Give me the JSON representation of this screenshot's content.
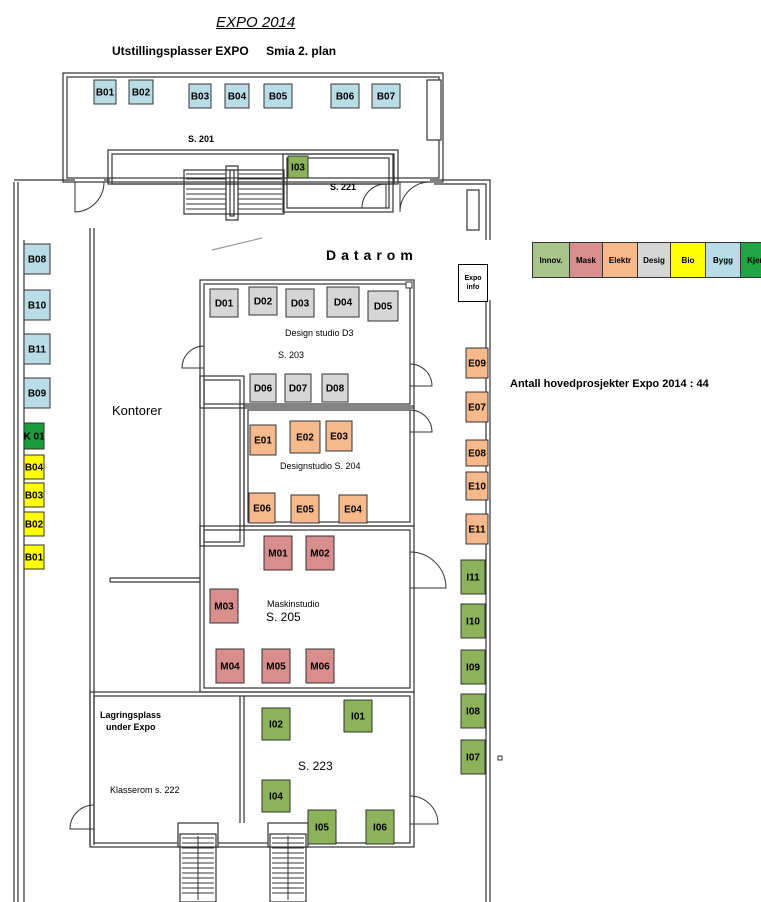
{
  "title": "EXPO 2014",
  "subtitle": [
    "Utstillingsplasser EXPO",
    "Smia 2. plan"
  ],
  "datarom_label": "Datarom",
  "expo_info_label": "Expo info",
  "summary_text": "Antall hovedprosjekter Expo 2014 : 44",
  "colors": {
    "Innov": "#a9c58a",
    "Mask": "#d98e8e",
    "Elektr": "#f5b98c",
    "Desig": "#d6d6d6",
    "Bio": "#ffff00",
    "Bygg": "#b8dde6",
    "Kjemi": "#1fa543",
    "Innov_booth": "#8db35a",
    "Kjemi_booth": "#1a9b3c"
  },
  "legend": [
    {
      "label": "Innov.",
      "category": "Innov"
    },
    {
      "label": "Mask",
      "category": "Mask"
    },
    {
      "label": "Elektr",
      "category": "Elektr"
    },
    {
      "label": "Desig",
      "category": "Desig"
    },
    {
      "label": "Bio",
      "category": "Bio"
    },
    {
      "label": "Bygg",
      "category": "Bygg"
    },
    {
      "label": "Kjemi",
      "category": "Kjemi"
    }
  ],
  "rooms": {
    "s201": "S. 201",
    "s221": "S. 221",
    "s203": "S. 203",
    "design_d3": "Design studio   D3",
    "design_204": "Designstudio  S. 204",
    "kontorer": "Kontorer",
    "maskinstudio": "Maskinstudio",
    "s205": "S. 205",
    "lagring1": "Lagringsplass",
    "lagring2": "under Expo",
    "klasserom": "Klasserom s.   222",
    "s223": "S. 223"
  },
  "booths": [
    {
      "id": "B01",
      "category": "Bygg"
    },
    {
      "id": "B02",
      "category": "Bygg"
    },
    {
      "id": "B03",
      "category": "Bygg"
    },
    {
      "id": "B04",
      "category": "Bygg"
    },
    {
      "id": "B05",
      "category": "Bygg"
    },
    {
      "id": "B06",
      "category": "Bygg"
    },
    {
      "id": "B07",
      "category": "Bygg"
    },
    {
      "id": "B08",
      "category": "Bygg"
    },
    {
      "id": "B10",
      "category": "Bygg"
    },
    {
      "id": "B11",
      "category": "Bygg"
    },
    {
      "id": "B09",
      "category": "Bygg"
    },
    {
      "id": "K 01",
      "category": "Kjemi"
    },
    {
      "id": "B04",
      "category": "Bio"
    },
    {
      "id": "B03",
      "category": "Bio"
    },
    {
      "id": "B02",
      "category": "Bio"
    },
    {
      "id": "B01",
      "category": "Bio"
    },
    {
      "id": "I03",
      "category": "Innov"
    },
    {
      "id": "D01",
      "category": "Desig"
    },
    {
      "id": "D02",
      "category": "Desig"
    },
    {
      "id": "D03",
      "category": "Desig"
    },
    {
      "id": "D04",
      "category": "Desig"
    },
    {
      "id": "D05",
      "category": "Desig"
    },
    {
      "id": "D06",
      "category": "Desig"
    },
    {
      "id": "D07",
      "category": "Desig"
    },
    {
      "id": "D08",
      "category": "Desig"
    },
    {
      "id": "E01",
      "category": "Elektr"
    },
    {
      "id": "E02",
      "category": "Elektr"
    },
    {
      "id": "E03",
      "category": "Elektr"
    },
    {
      "id": "E06",
      "category": "Elektr"
    },
    {
      "id": "E05",
      "category": "Elektr"
    },
    {
      "id": "E04",
      "category": "Elektr"
    },
    {
      "id": "E09",
      "category": "Elektr"
    },
    {
      "id": "E07",
      "category": "Elektr"
    },
    {
      "id": "E08",
      "category": "Elektr"
    },
    {
      "id": "E10",
      "category": "Elektr"
    },
    {
      "id": "E11",
      "category": "Elektr"
    },
    {
      "id": "M01",
      "category": "Mask"
    },
    {
      "id": "M02",
      "category": "Mask"
    },
    {
      "id": "M03",
      "category": "Mask"
    },
    {
      "id": "M04",
      "category": "Mask"
    },
    {
      "id": "M05",
      "category": "Mask"
    },
    {
      "id": "M06",
      "category": "Mask"
    },
    {
      "id": "I11",
      "category": "Innov"
    },
    {
      "id": "I10",
      "category": "Innov"
    },
    {
      "id": "I09",
      "category": "Innov"
    },
    {
      "id": "I08",
      "category": "Innov"
    },
    {
      "id": "I07",
      "category": "Innov"
    },
    {
      "id": "I02",
      "category": "Innov"
    },
    {
      "id": "I01",
      "category": "Innov"
    },
    {
      "id": "I04",
      "category": "Innov"
    },
    {
      "id": "I05",
      "category": "Innov"
    },
    {
      "id": "I06",
      "category": "Innov"
    }
  ]
}
